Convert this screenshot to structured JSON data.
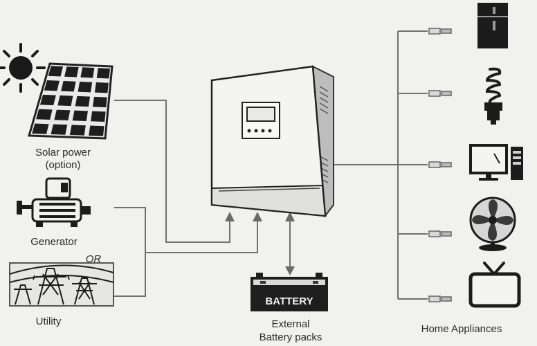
{
  "labels": {
    "solar": "Solar power",
    "solar_option": "(option)",
    "generator": "Generator",
    "or": "OR",
    "utility": "Utility",
    "battery": "BATTERY",
    "external": "External",
    "battery_packs": "Battery packs",
    "home_appliances": "Home Appliances"
  },
  "colors": {
    "line": "#6e6e6e",
    "ink": "#1c1c1c",
    "background": "#f1f1ef"
  },
  "icons": [
    "sun-icon",
    "solar-panel-icon",
    "generator-icon",
    "power-tower-icon",
    "inverter-icon",
    "battery-icon",
    "refrigerator-icon",
    "light-bulb-icon",
    "computer-icon",
    "fan-icon",
    "television-icon"
  ]
}
